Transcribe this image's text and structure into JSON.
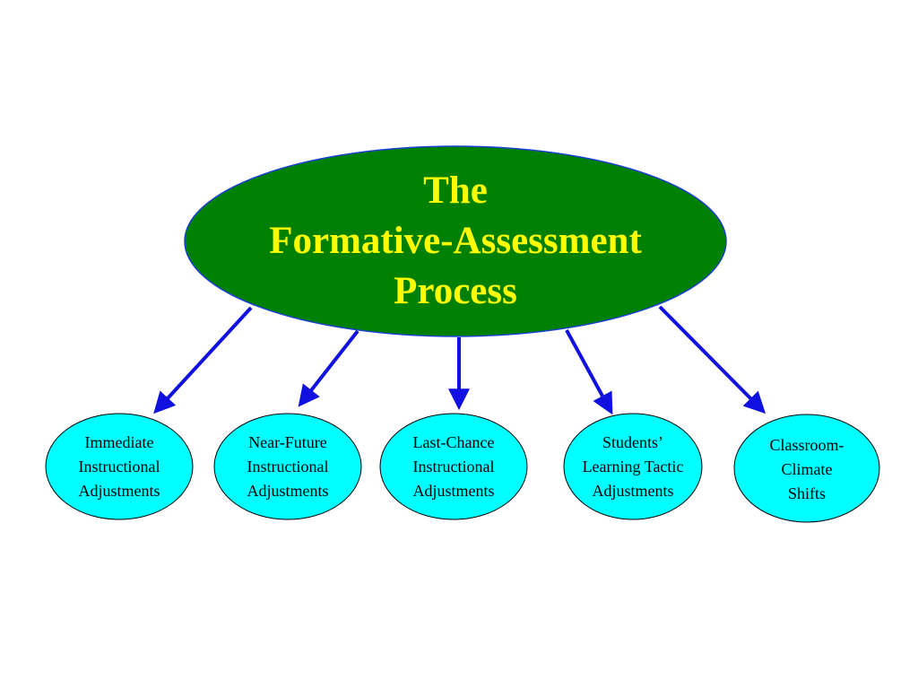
{
  "main": {
    "title": "The\nFormative-Assessment\nProcess"
  },
  "children": [
    {
      "label": "Immediate\nInstructional\nAdjustments"
    },
    {
      "label": "Near-Future\nInstructional\nAdjustments"
    },
    {
      "label": "Last-Chance\nInstructional\nAdjustments"
    },
    {
      "label": "Students’\nLearning Tactic\nAdjustments"
    },
    {
      "label": "Classroom-\nClimate\nShifts"
    }
  ],
  "colors": {
    "main_fill": "#008000",
    "main_stroke": "#1a3fd6",
    "main_text": "#ffff00",
    "child_fill": "#00ffff",
    "child_stroke": "#000000",
    "arrow": "#1010e0"
  }
}
